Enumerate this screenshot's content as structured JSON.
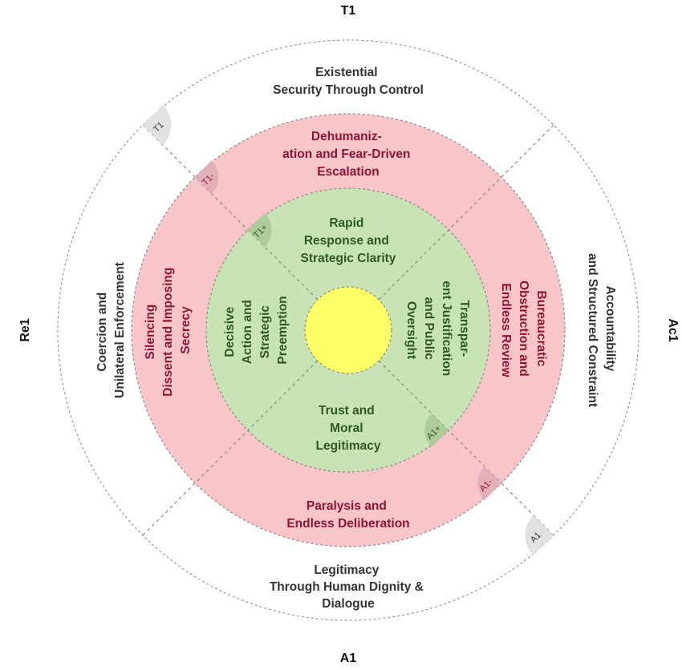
{
  "axes": {
    "top": "T1",
    "bottom": "A1",
    "left": "Re1",
    "right": "Ac1"
  },
  "outer_ring": {
    "top": [
      "Existential",
      "Security Through Control"
    ],
    "bottom": [
      "Legitimacy",
      "Through Human Dignity &",
      "Dialogue"
    ],
    "left": [
      "Coercion and",
      "Unilateral Enforcement"
    ],
    "right": [
      "Accountability",
      "and Structured Constraint"
    ]
  },
  "red_ring": {
    "top": [
      "Dehumaniz-",
      "ation and Fear-Driven",
      "Escalation"
    ],
    "bottom": [
      "Paralysis and",
      "Endless Deliberation"
    ],
    "left": [
      "Silencing",
      "Dissent and Imposing",
      "Secrecy"
    ],
    "right": [
      "Bureaucratic",
      "Obstruction and",
      "Endless Review"
    ]
  },
  "green_ring": {
    "top": [
      "Rapid",
      "Response and",
      "Strategic Clarity"
    ],
    "bottom": [
      "Trust and",
      "Moral",
      "Legitimacy"
    ],
    "left": [
      "Decisive",
      "Action and",
      "Strategic",
      "Preemption"
    ],
    "right": [
      "Transpar-",
      "ent Justification",
      "and Public",
      "Oversight"
    ]
  },
  "badges": {
    "t1": "T1",
    "t1_minus": "T1-",
    "t1_plus": "T1+",
    "a1_plus": "A1+",
    "a1_minus": "A1-",
    "a1": "A1"
  },
  "colors": {
    "red": "#f8c5c9",
    "green": "#c8e4b4",
    "yellow": "#ffff66",
    "red_text": "#8e1538",
    "green_text": "#2e5a1e"
  }
}
